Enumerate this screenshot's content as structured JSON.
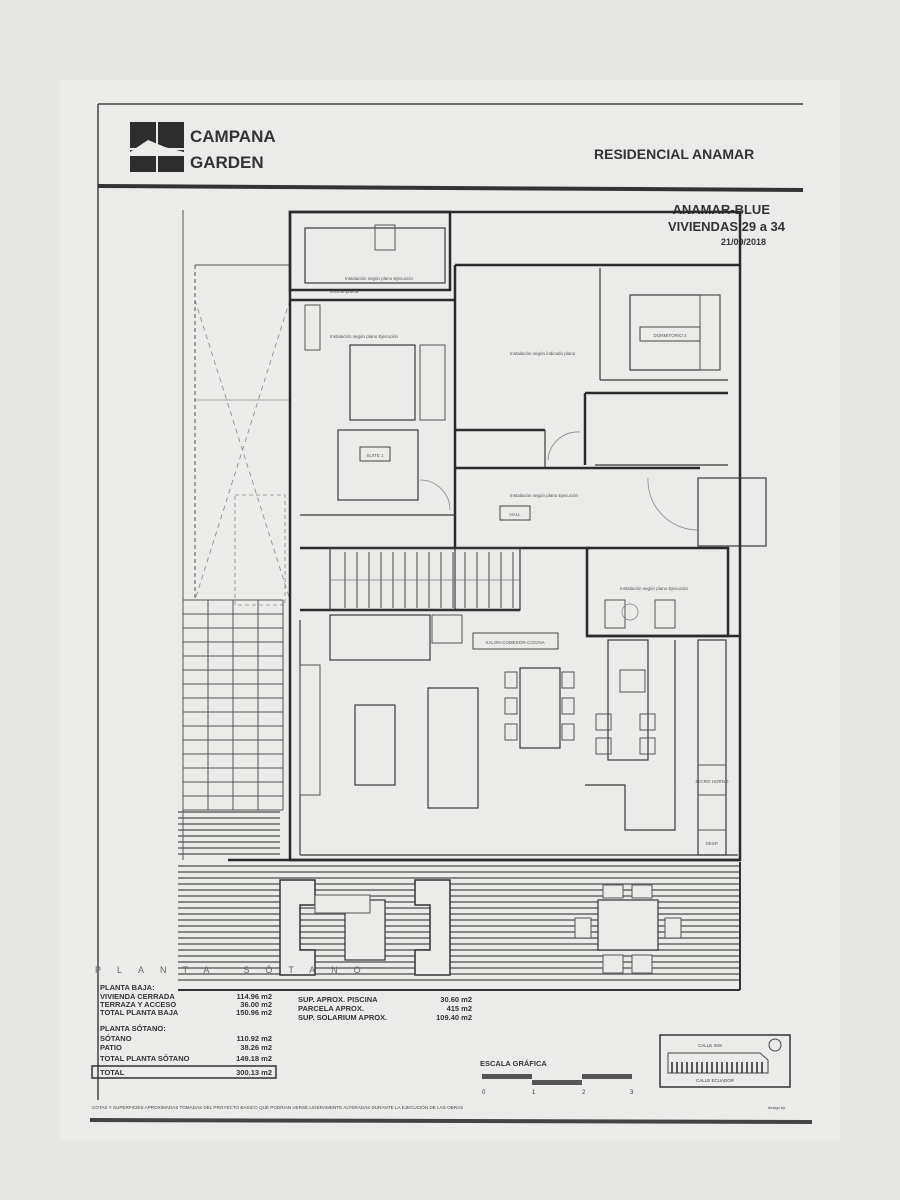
{
  "brand": {
    "line1": "CAMPANA",
    "line2": "GARDEN"
  },
  "header": {
    "project": "RESIDENCIAL ANAMAR"
  },
  "plan_title": {
    "name": "ANAMAR-BLUE",
    "units": "VIVIENDAS 29 a 34",
    "date": "21/09/2018"
  },
  "rooms": {
    "suite": "SUITE 1",
    "bedroom2": "DORMITORIO 2",
    "hall": "HALL",
    "living": "SALON-COMEDOR-COCINA",
    "micro": "MICRO HORNO",
    "desp": "DESP."
  },
  "notes": {
    "install_exec": "Instalación según plano Ejecución",
    "install_indicated": "Instalación según indicado plano",
    "above_door": "encima puerta"
  },
  "floor_label": "PLANTA SÓTANO",
  "areas": {
    "ground_title": "PLANTA BAJA:",
    "ground": [
      {
        "label": "VIVIENDA CERRADA",
        "value": "114.96 m2"
      },
      {
        "label": "TERRAZA Y ACCESO",
        "value": "36.00 m2"
      },
      {
        "label": "TOTAL PLANTA BAJA",
        "value": "150.96 m2"
      }
    ],
    "basement_title": "PLANTA SÓTANO:",
    "basement": [
      {
        "label": "SÓTANO",
        "value": "110.92 m2"
      },
      {
        "label": "PATIO",
        "value": "38.26 m2"
      },
      {
        "label": "TOTAL PLANTA SÓTANO",
        "value": "149.18 m2"
      }
    ],
    "total_label": "TOTAL",
    "total_value": "300.13 m2",
    "extra": [
      {
        "label": "SUP. APROX. PISCINA",
        "value": "30.60 m2"
      },
      {
        "label": "PARCELA APROX.",
        "value": "415 m2"
      },
      {
        "label": "SUP. SOLARIUM APROX.",
        "value": "109.40 m2"
      }
    ]
  },
  "scale": {
    "title": "ESCALA GRÁFICA",
    "ticks": [
      "0",
      "1",
      "2",
      "3"
    ]
  },
  "key_plan": {
    "top_street": "CALLE ISIS",
    "bottom_street": "CALLE ECUADOR"
  },
  "footer": {
    "disclaimer": "COTAS Y SUPERFICIES APROXIMADAS TOMADAS DEL PROYECTO BASICO QUE PODRIAN VERSE LIGERAMENTE ALTERADAS DURANTE LA EJECUCIÓN DE LAS OBRAS",
    "design_by": "design by"
  },
  "colors": {
    "ink": "#2a2a2a",
    "paper": "#e9e9e7"
  }
}
